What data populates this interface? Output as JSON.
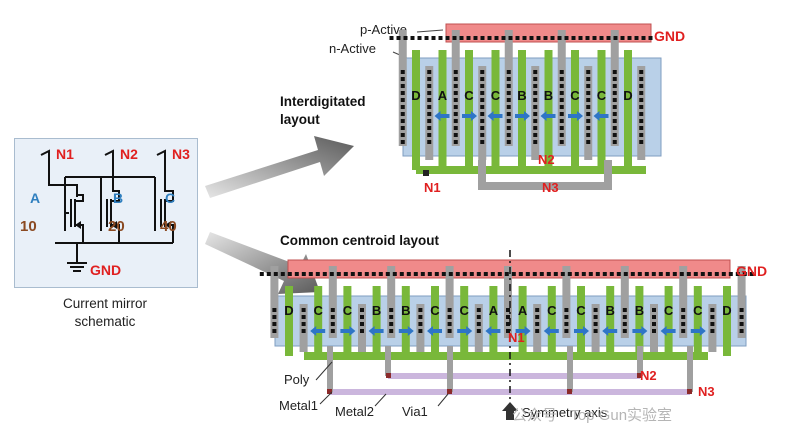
{
  "schematic": {
    "caption_line1": "Current mirror",
    "caption_line2": "schematic",
    "nodes": [
      "N1",
      "N2",
      "N3"
    ],
    "transistors": [
      {
        "name": "A",
        "weight": "10"
      },
      {
        "name": "B",
        "weight": "20"
      },
      {
        "name": "C",
        "weight": "40"
      }
    ],
    "ground_label": "GND"
  },
  "interdigitated": {
    "title_line1": "Interdigitated",
    "title_line2": "layout",
    "p_active_label": "p-Active",
    "n_active_label": "n-Active",
    "gnd_label": "GND",
    "fingers": [
      "D",
      "A",
      "C",
      "C",
      "B",
      "B",
      "C",
      "C",
      "D"
    ],
    "nodes": [
      "N1",
      "N2",
      "N3"
    ]
  },
  "common_centroid": {
    "title": "Common centroid layout",
    "gnd_label": "GND",
    "fingers": [
      "D",
      "C",
      "C",
      "B",
      "B",
      "C",
      "C",
      "A",
      "A",
      "C",
      "C",
      "B",
      "B",
      "C",
      "C",
      "D"
    ],
    "nodes": [
      "N1",
      "N2",
      "N3"
    ],
    "legend": {
      "poly": "Poly",
      "metal1": "Metal1",
      "metal2": "Metal2",
      "via1": "Via1",
      "symmetry": "Symmetry axis"
    }
  },
  "watermark": "公众号 · Top Gun实验室",
  "colors": {
    "poly": "#79b83a",
    "n_active": "#b9d0e8",
    "p_active": "#f08a8a",
    "metal1": "#a0a0a0",
    "metal2": "#cbb6dd",
    "label_red": "#e02020",
    "label_blue": "#2f7fbf",
    "label_brown": "#8b4a22",
    "arrow": "#2e75c6"
  }
}
